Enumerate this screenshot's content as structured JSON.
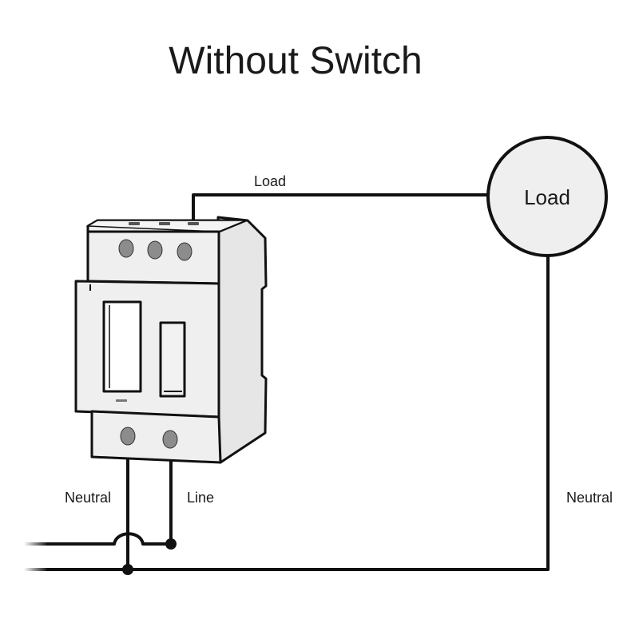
{
  "title": "Without Switch",
  "labels": {
    "load_wire": "Load",
    "load_circle": "Load",
    "neutral_left": "Neutral",
    "line": "Line",
    "neutral_right": "Neutral"
  },
  "colors": {
    "wire": "#111111",
    "device_fill": "#efefef",
    "device_shade": "#e3e3e3",
    "load_fill": "#efefef",
    "screw": "#8c8c8c"
  }
}
